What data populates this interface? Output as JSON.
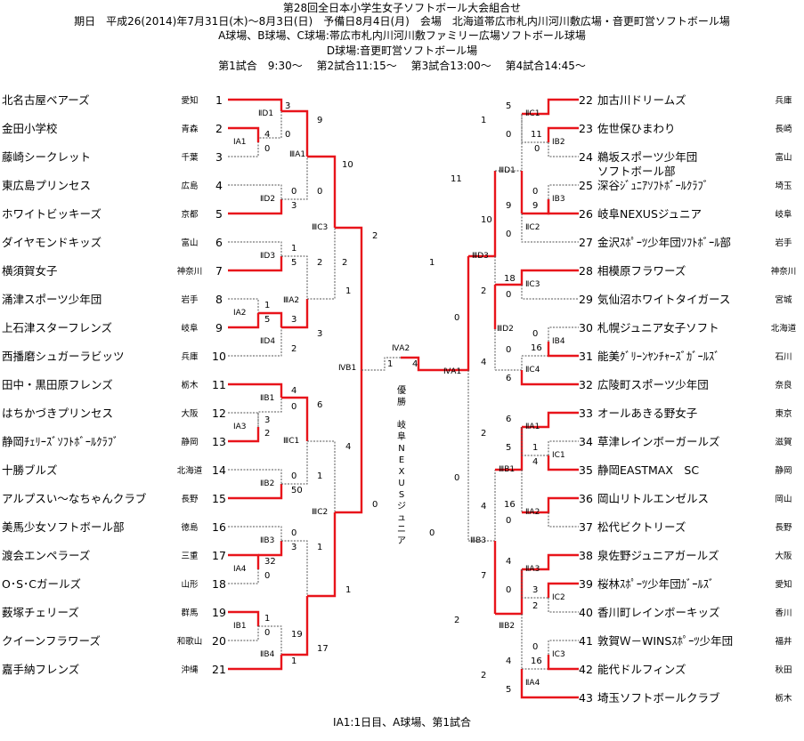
{
  "header": {
    "title": "第28回全日本小学生女子ソフトボール大会組合せ",
    "line2": "期日　平成26(2014)年7月31日(木)～8月3日(日)　予備日8月4日(月)　会場　北海道帯広市札内川河川敷広場・音更町営ソフトボール場",
    "line3": "A球場、B球場、C球場:帯広市札内川河川敷ファミリー広場ソフトボール球場",
    "line4": "D球場:音更町営ソフトボール場",
    "line5": "第1試合　9:30～　 第2試合11:15～　 第3試合13:00～　 第4試合14:45～"
  },
  "left_teams": [
    {
      "name": "北名古屋ベアーズ",
      "pref": "愛知",
      "num": "1"
    },
    {
      "name": "金田小学校",
      "pref": "青森",
      "num": "2"
    },
    {
      "name": "藤崎シークレット",
      "pref": "千葉",
      "num": "3"
    },
    {
      "name": "東広島プリンセス",
      "pref": "広島",
      "num": "4"
    },
    {
      "name": "ホワイトビッキーズ",
      "pref": "京都",
      "num": "5"
    },
    {
      "name": "ダイヤモンドキッズ",
      "pref": "富山",
      "num": "6"
    },
    {
      "name": "横須賀女子",
      "pref": "神奈川",
      "num": "7"
    },
    {
      "name": "涌津スポーツ少年団",
      "pref": "岩手",
      "num": "8"
    },
    {
      "name": "上石津スターフレンズ",
      "pref": "岐阜",
      "num": "9"
    },
    {
      "name": "西播磨シュガーラビッツ",
      "pref": "兵庫",
      "num": "10"
    },
    {
      "name": "田中・黒田原フレンズ",
      "pref": "栃木",
      "num": "11"
    },
    {
      "name": "はちかづきプリンセス",
      "pref": "大阪",
      "num": "12"
    },
    {
      "name": "静岡ﾁｪﾘｰｽﾞｿﾌﾄﾎﾞｰﾙｸﾗﾌﾞ",
      "pref": "静岡",
      "num": "13"
    },
    {
      "name": "十勝ブルズ",
      "pref": "北海道",
      "num": "14"
    },
    {
      "name": "アルプスい～なちゃんクラブ",
      "pref": "長野",
      "num": "15"
    },
    {
      "name": "美馬少女ソフトボール部",
      "pref": "徳島",
      "num": "16"
    },
    {
      "name": "渡会エンペラーズ",
      "pref": "三重",
      "num": "17"
    },
    {
      "name": "O･S･Cガールズ",
      "pref": "山形",
      "num": "18"
    },
    {
      "name": "薮塚チェリーズ",
      "pref": "群馬",
      "num": "19"
    },
    {
      "name": "クイーンフラワーズ",
      "pref": "和歌山",
      "num": "20"
    },
    {
      "name": "嘉手納フレンズ",
      "pref": "沖縄",
      "num": "21"
    }
  ],
  "right_teams": [
    {
      "name": "加古川ドリームズ",
      "pref": "兵庫",
      "num": "22"
    },
    {
      "name": "佐世保ひまわり",
      "pref": "長崎",
      "num": "23"
    },
    {
      "name": "鵜坂スポーツ少年団",
      "name2": "ソフトボール部",
      "pref": "富山",
      "num": "24"
    },
    {
      "name": "深谷ｼﾞｭﾆｱｿﾌﾄﾎﾞｰﾙｸﾗﾌﾞ",
      "pref": "埼玉",
      "num": "25"
    },
    {
      "name": "岐阜NEXUSジュニア",
      "pref": "岐阜",
      "num": "26"
    },
    {
      "name": "金沢ｽﾎﾟｰﾂ少年団ｿﾌﾄﾎﾞｰﾙ部",
      "pref": "岩手",
      "num": "27"
    },
    {
      "name": "相模原フラワーズ",
      "pref": "神奈川",
      "num": "28"
    },
    {
      "name": "気仙沼ホワイトタイガース",
      "pref": "宮城",
      "num": "29"
    },
    {
      "name": "札幌ジュニア女子ソフト",
      "pref": "北海道",
      "num": "30"
    },
    {
      "name": "能美ｸﾞﾘｰﾝﾔﾝﾁｬｰｽﾞｶﾞｰﾙｽﾞ",
      "pref": "石川",
      "num": "31"
    },
    {
      "name": "広陵町スポーツ少年団",
      "pref": "奈良",
      "num": "32"
    },
    {
      "name": "オールあきる野女子",
      "pref": "東京",
      "num": "33"
    },
    {
      "name": "草津レインボーガールズ",
      "pref": "滋賀",
      "num": "34"
    },
    {
      "name": "静岡EASTMAX　SC",
      "pref": "静岡",
      "num": "35"
    },
    {
      "name": "岡山リトルエンゼルス",
      "pref": "岡山",
      "num": "36"
    },
    {
      "name": "松代ビクトリーズ",
      "pref": "長野",
      "num": "37"
    },
    {
      "name": "泉佐野ジュニアガールズ",
      "pref": "大阪",
      "num": "38"
    },
    {
      "name": "桜林ｽﾎﾟｰﾂ少年団ｶﾞｰﾙｽﾞ",
      "pref": "愛知",
      "num": "39"
    },
    {
      "name": "香川町レインボーキッズ",
      "pref": "香川",
      "num": "40"
    },
    {
      "name": "敦賀Ｗ－WINSｽﾎﾟｰﾂ少年団",
      "pref": "福井",
      "num": "41"
    },
    {
      "name": "能代ドルフィンズ",
      "pref": "秋田",
      "num": "42"
    },
    {
      "name": "埼玉ソフトボールクラブ",
      "pref": "栃木",
      "num": "43"
    }
  ],
  "game_labels": {
    "IID1": "ⅡD1",
    "IA1": "ⅠA1",
    "IIIA1": "ⅢA1",
    "IID2": "ⅡD2",
    "IID3": "ⅡD3",
    "IIIC3": "ⅢC3",
    "IIIA2": "ⅢA2",
    "IA2": "ⅠA2",
    "IID4": "ⅡD4",
    "IVB1": "ⅣB1",
    "IIB1": "ⅡB1",
    "IA3": "ⅠA3",
    "IIIC1": "ⅢC1",
    "IIB2": "ⅡB2",
    "IIIC2": "ⅢC2",
    "IIB3": "ⅡB3",
    "IA4": "ⅠA4",
    "IB1": "ⅠB1",
    "IIB4": "ⅡB4",
    "IVA2": "ⅣA2",
    "IVA1": "ⅣA1",
    "IIC1": "ⅡC1",
    "IB2": "ⅠB2",
    "IIID1": "ⅢD1",
    "IB3": "ⅠB3",
    "IIC2": "ⅡC2",
    "IIID3": "ⅢD3",
    "IIC3": "ⅡC3",
    "IIID2": "ⅢD2",
    "IB4": "ⅠB4",
    "IIC4": "ⅡC4",
    "IIA1": "ⅡA1",
    "IC1": "ⅠC1",
    "IIIB1": "ⅢB1",
    "IIA2": "ⅡA2",
    "IIIB3": "ⅢB3",
    "IIA3": "ⅡA3",
    "IC2": "ⅠC2",
    "IIIB2": "ⅢB2",
    "IC3": "ⅠC3",
    "IIA4": "ⅡA4"
  },
  "scores": {
    "l_d1_1": "3",
    "l_d1_2": "0",
    "l_a1_2": "4",
    "l_a1_3": "0",
    "l_iii_a1_top": "9",
    "l_iii_a1_bot": "0",
    "l_d2_4": "0",
    "l_d2_5": "3",
    "l_c3_top": "10",
    "l_c3_bot": "2",
    "l_d3_6": "1",
    "l_d3_7": "5",
    "l_a2_top": "2",
    "l_a2_8": "1",
    "l_a2_9": "5",
    "l_d4_9": "3",
    "l_d4_10": "2",
    "l_iii_a2_top": "3",
    "l_iii_a2_bot": "1",
    "l_b1_11": "4",
    "l_b1_12": "0",
    "l_a3_12": "3",
    "l_a3_13": "2",
    "l_c1_top": "6",
    "l_c1_bot": "4",
    "l_b2_14": "0",
    "l_b2_15": "50",
    "l_c2_top": "1",
    "l_c2_bot": "0",
    "l_b3_16": "0",
    "l_b3_17": "3",
    "l_a4_17": "32",
    "l_a4_18": "0",
    "l_iii_c2b_top": "1",
    "l_b1b_19": "1",
    "l_b1b_20": "0",
    "l_b4_top": "19",
    "l_b4_21": "1",
    "l_iiic2_bot": "17",
    "l_c2b_1": "1",
    "final_l": "1",
    "final_r": "4",
    "r_c1_22": "5",
    "r_c1_bot": "0",
    "r_b2_23": "11",
    "r_b2_24": "0",
    "r_d1_top": "1",
    "r_d1_bot": "10",
    "r_b3_25": "0",
    "r_b3_26": "9",
    "r_c2_top": "9",
    "r_c2_27": "0",
    "r_d3_top": "11",
    "r_c3_28": "18",
    "r_c3_29": "0",
    "r_d2_top": "2",
    "r_d2_bot": "0",
    "r_b4_30": "0",
    "r_b4_31": "16",
    "r_c4_top": "0",
    "r_c4_32": "6",
    "r_d2_bot2": "4",
    "r_d3_bot": "1",
    "r_a1_33": "6",
    "r_a1_bot": "5",
    "r_c1b_34": "1",
    "r_c1b_35": "4",
    "r_b1_top": "2",
    "r_a2_36": "16",
    "r_a2_37": "0",
    "r_b1_bot": "4",
    "r_b3b_top": "0",
    "r_a3_38": "4",
    "r_a3_bot": "0",
    "r_c2b_39": "3",
    "r_c2b_40": "2",
    "r_b2b_top": "7",
    "r_c3b_41": "0",
    "r_c3b_42": "16",
    "r_a4_top": "4",
    "r_a4_43": "5",
    "r_b2b_bot": "2",
    "r_b3b_bot": "2",
    "r_iva1_bot": "0"
  },
  "champion": "優\n勝\n\n岐\n阜\nN\nE\nX\nU\nS\nジ\nュ\nニ\nア",
  "footer": "ⅠA1:1日目、A球場、第1試合",
  "colors": {
    "winner_line": "#e8141b",
    "loser_line": "#555555"
  }
}
